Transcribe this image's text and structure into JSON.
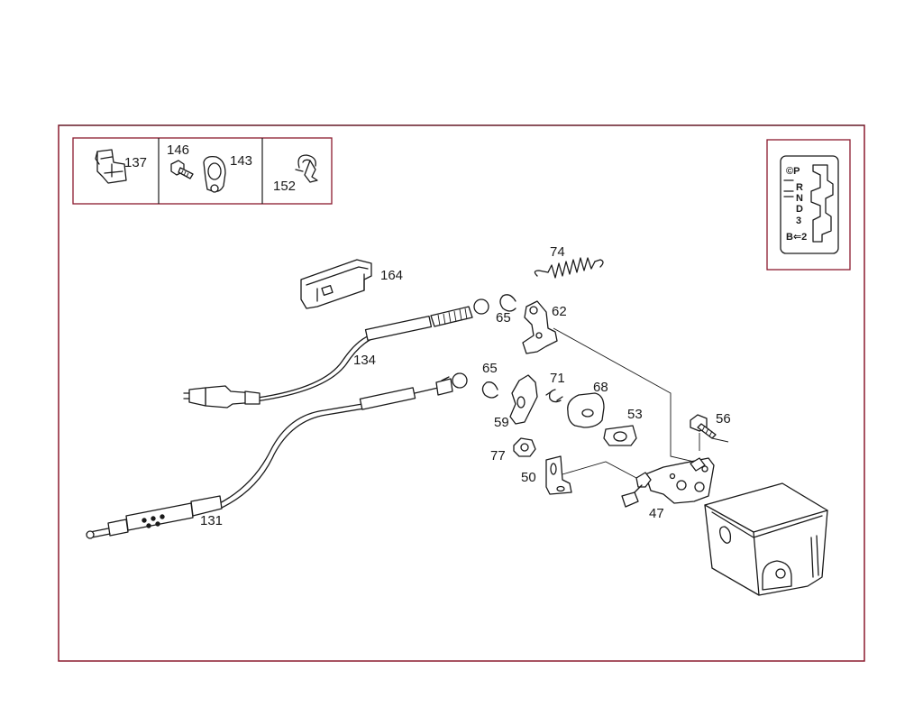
{
  "diagram": {
    "callouts": {
      "p137": "137",
      "p146": "146",
      "p143": "143",
      "p152": "152",
      "p164": "164",
      "p74": "74",
      "p65a": "65",
      "p62": "62",
      "p134": "134",
      "p65b": "65",
      "p71": "71",
      "p68": "68",
      "p59": "59",
      "p53": "53",
      "p56": "56",
      "p77": "77",
      "p50": "50",
      "p47": "47",
      "p131": "131"
    },
    "gate": {
      "positions": [
        "©P",
        "R",
        "N",
        "D",
        "3",
        "B⇐2"
      ]
    },
    "colors": {
      "frame": "#8b1a2e",
      "ink": "#1a1a1a"
    }
  }
}
